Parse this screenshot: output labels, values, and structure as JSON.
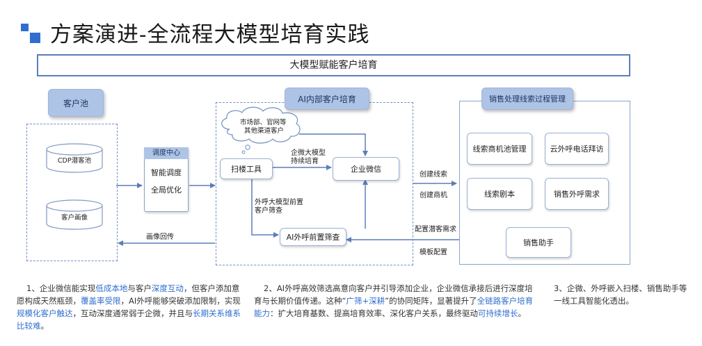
{
  "title": "方案演进-全流程大模型培育实践",
  "banner": "大模型赋能客户培育",
  "customer_pool": {
    "tag": "客户池",
    "cylinders": [
      "CDP潜客池",
      "客户画像"
    ]
  },
  "dispatch": {
    "header": "调度中心",
    "items": [
      "智能调度",
      "全局优化"
    ]
  },
  "internal": {
    "tag": "AI内部客户培育",
    "cloud_line1": "市场部、官网等",
    "cloud_line2": "其他渠道客户",
    "scan_tool": "扫楼工具",
    "wecom": "企业微信",
    "screen": "AI外呼前置筛查",
    "edge_wecom_line1": "企微大模型",
    "edge_wecom_line2": "持续培育",
    "edge_screen_line1": "外呼大模型前置",
    "edge_screen_line2": "客户筛查"
  },
  "flow_labels": {
    "portrait_return": "画像回传",
    "create_lead": "创建线索",
    "create_opportunity": "创建商机",
    "config_need": "配置潜客需求",
    "template_config": "模板配置"
  },
  "sales": {
    "tag": "销售处理线索过程管理",
    "items": [
      "线索商机池管理",
      "云外呼电话拜访",
      "线索剧本",
      "销售外呼需求"
    ],
    "assistant": "销售助手"
  },
  "notes": {
    "note1": [
      {
        "t": "1、企业微信能实现"
      },
      {
        "t": "低成本地",
        "hl": true
      },
      {
        "t": "与客户"
      },
      {
        "t": "深度互动",
        "hl": true
      },
      {
        "t": "，但客户添加意愿构成天然瓶颈，"
      },
      {
        "t": "覆盖率受限",
        "hl": true
      },
      {
        "t": "，AI外呼能够突破添加限制，实现"
      },
      {
        "t": "规模化客户触达",
        "hl": true
      },
      {
        "t": "，互动深度通常弱于企微，并且与"
      },
      {
        "t": "长期关系维系比较难",
        "hl": true
      },
      {
        "t": "。"
      }
    ],
    "note2": [
      {
        "t": "2、AI外呼高效筛选高意向客户并引导添加企业，企业微信承接后进行深度培育与长期价值传递。这种“"
      },
      {
        "t": "广筛+深耕",
        "hl": true
      },
      {
        "t": "”的协同矩阵，显著提升了"
      },
      {
        "t": "全链路客户培育能力",
        "hl": true
      },
      {
        "t": "：扩大培育基数、提高培育效率、深化客户关系，最终驱动"
      },
      {
        "t": "可持续增长",
        "hl": true
      },
      {
        "t": "。"
      }
    ],
    "note3": "3、企微、外呼嵌入扫楼、销售助手等一线工具智能化透出。"
  },
  "colors": {
    "accent": "#2f6ecf",
    "tag_fill": "#aec4e6",
    "line": "#5b7db8"
  }
}
